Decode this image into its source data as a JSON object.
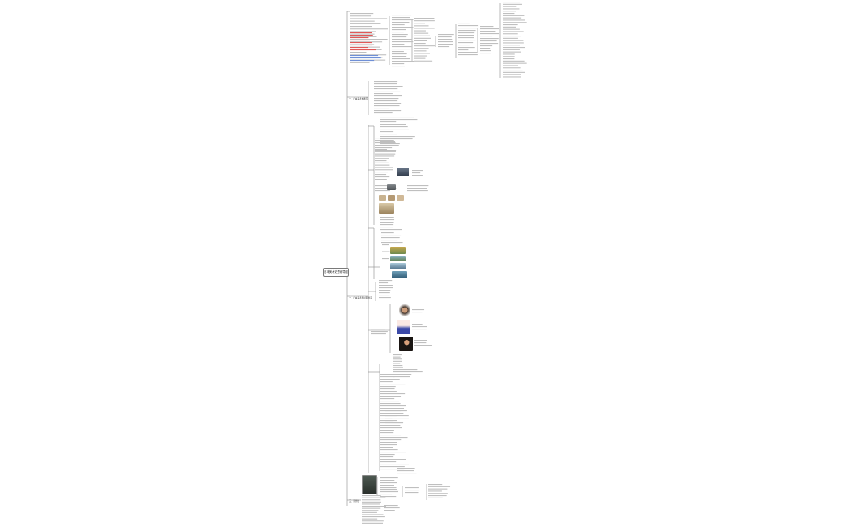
{
  "root": {
    "label": "日本美术史思维导图"
  },
  "branches": [
    {
      "label": "一、日本美术史概况"
    },
    {
      "label": "二、日本美术各时期概况"
    },
    {
      "label": "三、浮世绘"
    }
  ],
  "colors": {
    "line": "#8c8c8c",
    "text": "#bfbfbf",
    "highlight": "#e05a5a",
    "link": "#6f8fd6",
    "root_border": "#7a7a7a"
  }
}
